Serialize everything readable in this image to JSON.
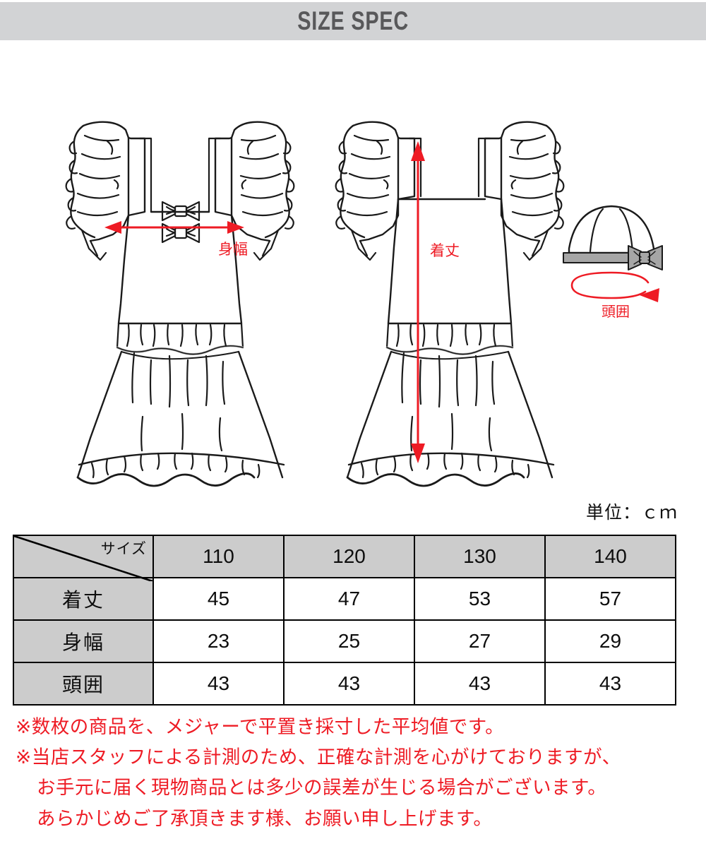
{
  "header": {
    "title": "SIZE SPEC",
    "bar_color": "#d2d3d5",
    "title_color": "#58585a"
  },
  "diagram": {
    "accent_color": "#ee1b24",
    "line_color": "#1a1a1a",
    "band_color": "#a6a6a6",
    "front_dress": {
      "name": "front-dress",
      "measure_label": "身幅",
      "measure_kind": "horizontal-double-arrow"
    },
    "back_dress": {
      "name": "back-dress",
      "measure_label": "着丈",
      "measure_kind": "vertical-double-arrow"
    },
    "hat": {
      "name": "hat",
      "measure_label": "頭囲",
      "measure_kind": "ellipse-arrow"
    }
  },
  "unit_note": "単位：ｃｍ",
  "chart_data": {
    "type": "table",
    "title": "SIZE SPEC",
    "corner_label": "サイズ",
    "unit": "cm",
    "categories": [
      "110",
      "120",
      "130",
      "140"
    ],
    "series": [
      {
        "name": "着丈",
        "values": [
          "45",
          "47",
          "53",
          "57"
        ]
      },
      {
        "name": "身幅",
        "values": [
          "23",
          "25",
          "27",
          "29"
        ]
      },
      {
        "name": "頭囲",
        "values": [
          "43",
          "43",
          "43",
          "43"
        ]
      }
    ],
    "xlabel": "サイズ",
    "ylabel": "",
    "legend": []
  },
  "notes": {
    "line1": "※数枚の商品を、メジャーで平置き採寸した平均値です。",
    "line2": "※当店スタッフによる計測のため、正確な計測を心がけておりますが、",
    "line3": "お手元に届く現物商品とは多少の誤差が生じる場合がございます。",
    "line4": "あらかじめご了承頂きます様、お願い申し上げます。"
  }
}
